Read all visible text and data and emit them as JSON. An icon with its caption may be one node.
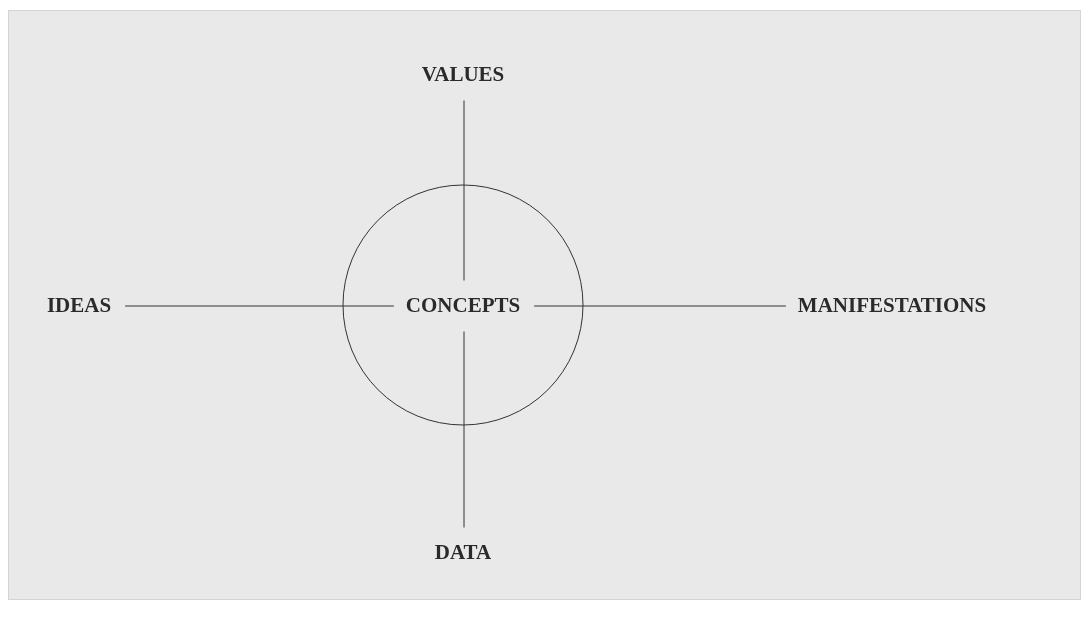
{
  "diagram": {
    "nodes": [
      {
        "text": [
          "VALUES"
        ]
      },
      {
        "text": [
          "IDEAS"
        ]
      },
      {
        "text": [],
        "shape": "circle"
      },
      {
        "text": [
          "CONCEPTS"
        ],
        "in": 2
      },
      {
        "text": [
          "MANIFESTATIONS"
        ]
      },
      {
        "text": [
          "DATA"
        ]
      }
    ],
    "edges": [
      {
        "from": 3,
        "to": 0,
        "arrow": "none"
      },
      {
        "from": 3,
        "to": 1,
        "arrow": "none"
      },
      {
        "from": 3,
        "to": 4,
        "arrow": "none"
      },
      {
        "from": 3,
        "to": 5,
        "arrow": "none"
      }
    ]
  }
}
